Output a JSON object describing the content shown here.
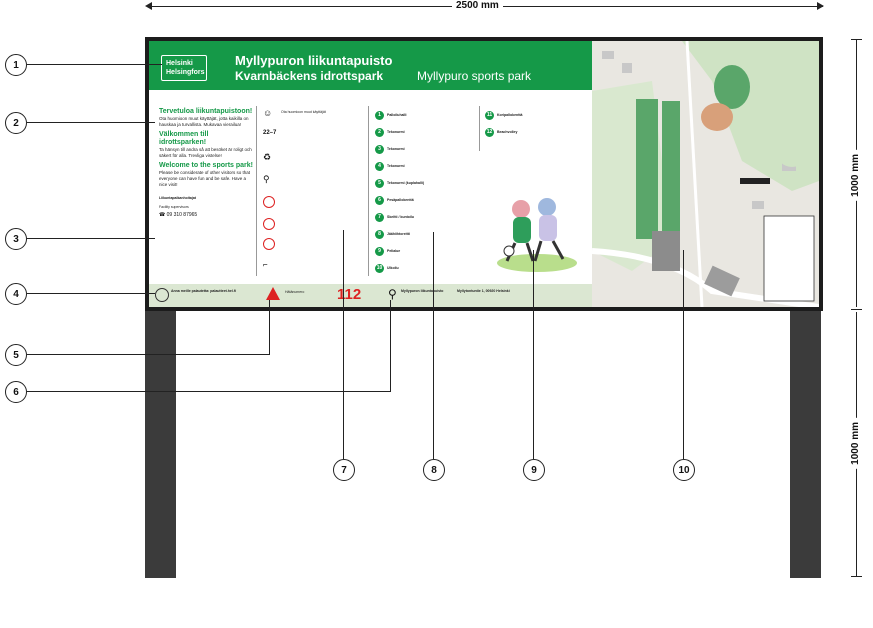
{
  "dimensions": {
    "width_label": "2500 mm",
    "height_upper_label": "1000 mm",
    "height_lower_label": "1000 mm"
  },
  "callouts": [
    "1",
    "2",
    "3",
    "4",
    "5",
    "6",
    "7",
    "8",
    "9",
    "10"
  ],
  "sign": {
    "logo": {
      "line1": "Helsinki",
      "line2": "Helsingfors"
    },
    "title_fi": "Myllypuron liikuntapuisto",
    "title_sv": "Kvarnbäckens idrottspark",
    "title_en": "Myllypuro sports park",
    "welcome_fi": "Tervetuloa liikuntapuistoon!",
    "welcome_fi_text": "Ota huomioon muut käyttäjät, jotta kaikilla on hauskaa ja turvallista. Mukavaa vierailua!",
    "welcome_sv": "Välkommen till idrottsparken!",
    "welcome_sv_text": "Ta hänsyn till andra så att besöket är roligt och säkert för alla. Trevliga vistelse!",
    "welcome_en": "Welcome to the sports park!",
    "welcome_en_text": "Please be considerate of other visitors so that everyone can have fun and be safe. Have a nice visit!",
    "supervisor_fi": "Liikuntapaikanhoitajat",
    "supervisor_en": "Facility supervisors",
    "phone": "09 310 87965",
    "emergency_number": "112",
    "rules_label": "Ota huomioon muut käyttäjät",
    "facilities": [
      {
        "n": "1",
        "label": "Palloiluhalli"
      },
      {
        "n": "2",
        "label": "Tekonurmi"
      },
      {
        "n": "3",
        "label": "Tekonurmi"
      },
      {
        "n": "4",
        "label": "Tekonurmi"
      },
      {
        "n": "5",
        "label": "Tekonurmi (kuplahalli)"
      },
      {
        "n": "6",
        "label": "Pesäpallokenttä"
      },
      {
        "n": "7",
        "label": "Skeitti / kuntoilu"
      },
      {
        "n": "8",
        "label": "Jäähiihtoreitti"
      },
      {
        "n": "9",
        "label": "Pelialue"
      },
      {
        "n": "10",
        "label": "Ulkoilu"
      },
      {
        "n": "11",
        "label": "Koripallokenttä"
      },
      {
        "n": "12",
        "label": "Beachvolley"
      }
    ],
    "footer_feedback": "Anna meille palautetta: palautteet.hel.fi",
    "footer_emergency": "Hätänumero",
    "footer_address_title": "Myllypuron liikuntapuisto",
    "footer_address": "Myllytontuntie 1, 00920 Helsinki"
  },
  "colors": {
    "green": "#159948",
    "emergency_red": "#d22",
    "board": "#1c1c1c",
    "post": "#3b3b3b"
  }
}
